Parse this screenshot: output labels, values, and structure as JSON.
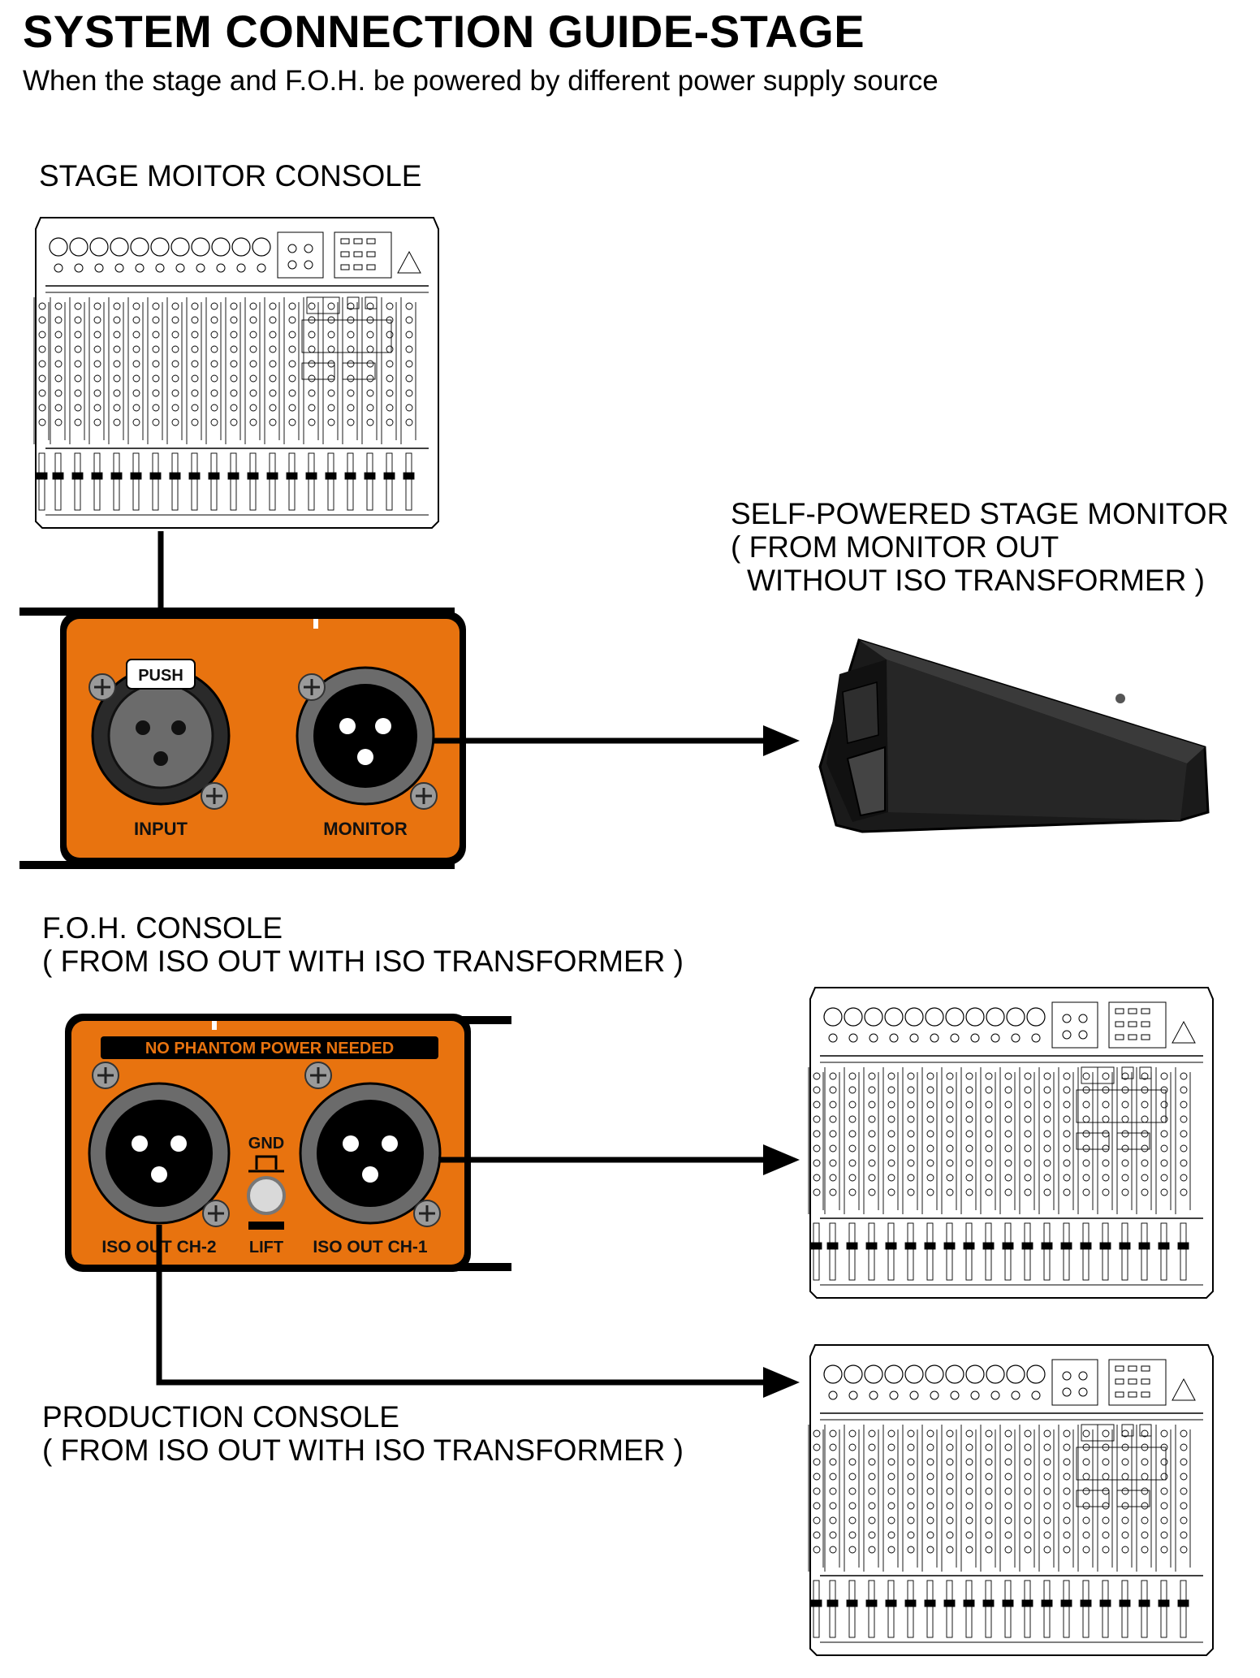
{
  "title": "SYSTEM CONNECTION GUIDE-STAGE",
  "subtitle": "When the stage and F.O.H. be powered by different power supply source",
  "labels": {
    "stage_monitor_console": "STAGE MOITOR CONSOLE",
    "self_powered_monitor": {
      "line1": "SELF-POWERED STAGE MONITOR",
      "line2": "( FROM MONITOR OUT",
      "line3": "WITHOUT ISO TRANSFORMER )"
    },
    "foh_console": {
      "line1": "F.O.H. CONSOLE",
      "line2": "( FROM ISO OUT WITH ISO TRANSFORMER )"
    },
    "production_console": {
      "line1": "PRODUCTION CONSOLE",
      "line2": "( FROM ISO OUT WITH ISO TRANSFORMER )"
    }
  },
  "input_panel": {
    "push_label": "PUSH",
    "input_label": "INPUT",
    "monitor_label": "MONITOR"
  },
  "iso_panel": {
    "banner": "NO PHANTOM POWER NEEDED",
    "gnd_label": "GND",
    "lift_label": "LIFT",
    "iso_ch2_label": "ISO OUT CH-2",
    "iso_ch1_label": "ISO OUT CH-1"
  },
  "colors": {
    "panel_orange": "#e8730f",
    "panel_frame": "#000000",
    "speaker_body": "#1a1a1a"
  },
  "icons": [
    "mixer-console-icon",
    "xlr-female-icon",
    "xlr-male-icon",
    "speaker-wedge-icon",
    "screw-icon",
    "ground-lift-switch-icon",
    "arrow-icon"
  ]
}
